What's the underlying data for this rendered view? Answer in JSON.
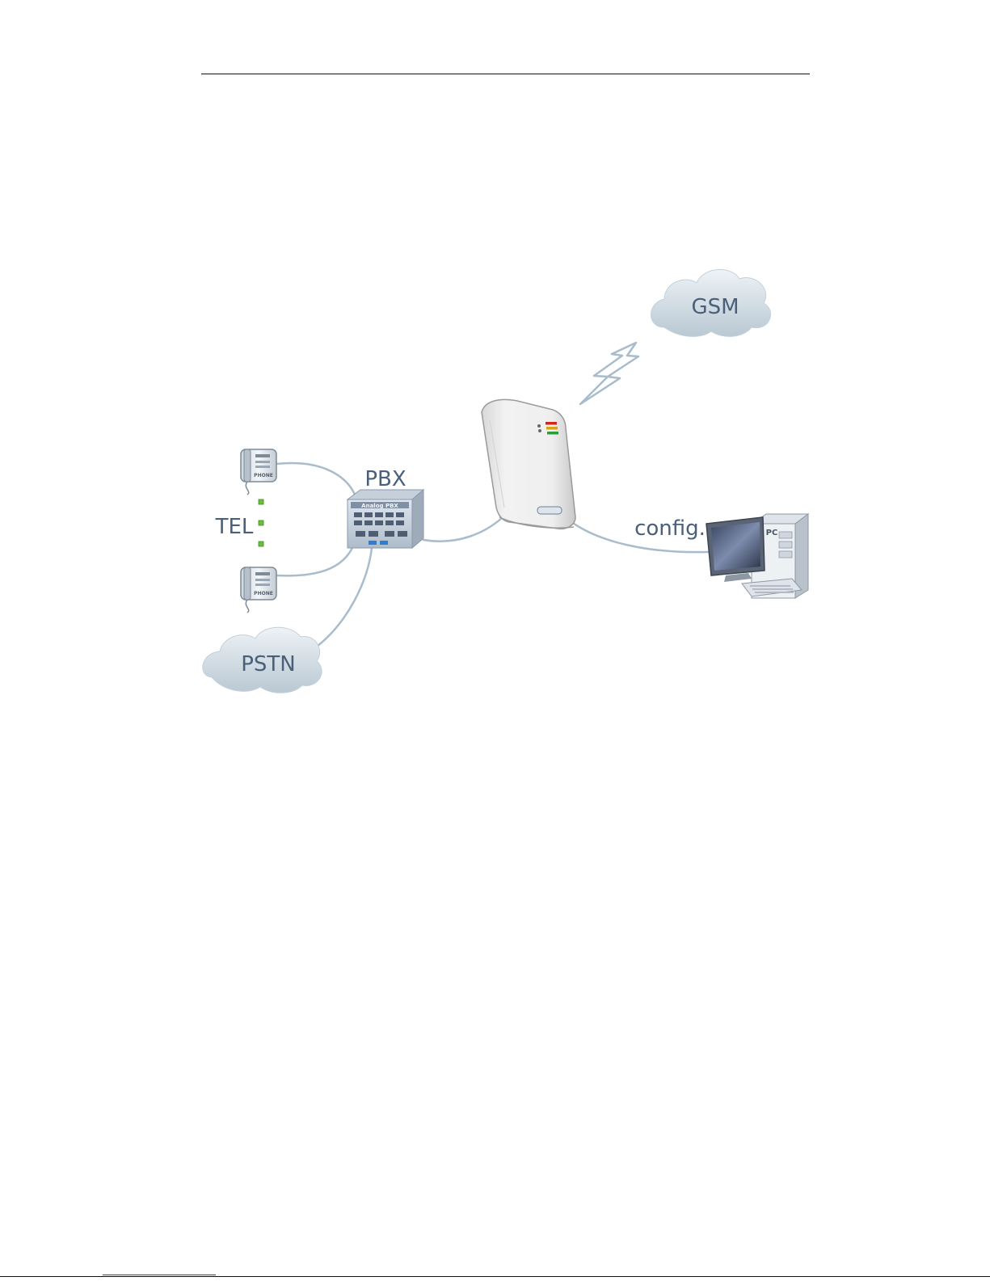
{
  "diagram": {
    "labels": {
      "gsm": "GSM",
      "pbx": "PBX",
      "tel": "TEL",
      "pstn": "PSTN",
      "config": "config.",
      "pc": "PC",
      "analog_pbx": "Analog PBX",
      "phone": "PHONE"
    },
    "nodes": [
      "gsm-cloud",
      "gsm-gateway",
      "pbx",
      "phone-top",
      "phone-bottom",
      "pstn-cloud",
      "pc"
    ],
    "links": [
      {
        "from": "gsm-cloud",
        "to": "gsm-gateway",
        "kind": "wireless"
      },
      {
        "from": "phone-top",
        "to": "pbx",
        "kind": "wire"
      },
      {
        "from": "phone-bottom",
        "to": "pbx",
        "kind": "wire"
      },
      {
        "from": "pstn-cloud",
        "to": "pbx",
        "kind": "wire"
      },
      {
        "from": "pbx",
        "to": "gsm-gateway",
        "kind": "wire"
      },
      {
        "from": "gsm-gateway",
        "to": "pc",
        "kind": "wire",
        "label": "config."
      }
    ],
    "colors": {
      "wire": "#a9bccb",
      "label": "#4a5f7a",
      "cloud": "#c9d6df",
      "led_red": "#cc2a1c",
      "led_yellow": "#d9a21a",
      "led_green": "#2f9a3c"
    }
  }
}
